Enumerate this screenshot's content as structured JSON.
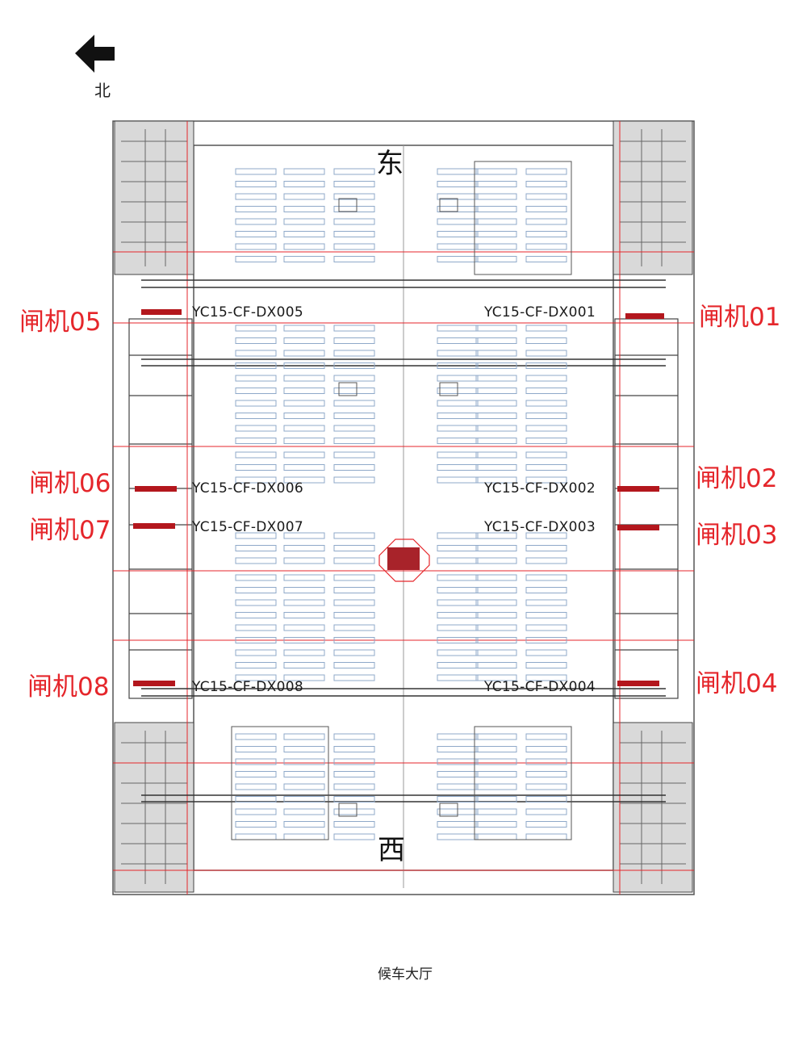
{
  "compass": {
    "north_label": "北",
    "icon": "arrow-left-icon"
  },
  "directions": {
    "east": "东",
    "west": "西"
  },
  "caption": "候车大厅",
  "gates": [
    {
      "id": "g01",
      "label": "闸机01",
      "device": "YC15-CF-DX001",
      "side": "right"
    },
    {
      "id": "g02",
      "label": "闸机02",
      "device": "YC15-CF-DX002",
      "side": "right"
    },
    {
      "id": "g03",
      "label": "闸机03",
      "device": "YC15-CF-DX003",
      "side": "right"
    },
    {
      "id": "g04",
      "label": "闸机04",
      "device": "YC15-CF-DX004",
      "side": "right"
    },
    {
      "id": "g05",
      "label": "闸机05",
      "device": "YC15-CF-DX005",
      "side": "left"
    },
    {
      "id": "g06",
      "label": "闸机06",
      "device": "YC15-CF-DX006",
      "side": "left"
    },
    {
      "id": "g07",
      "label": "闸机07",
      "device": "YC15-CF-DX007",
      "side": "left"
    },
    {
      "id": "g08",
      "label": "闸机08",
      "device": "YC15-CF-DX008",
      "side": "left"
    }
  ],
  "colors": {
    "gate_red": "#e5262b",
    "gate_bar": "#b3171d",
    "plan_line": "#8a8a8a",
    "red_line": "#e5262b",
    "seat_blue": "#8fa9c9"
  }
}
